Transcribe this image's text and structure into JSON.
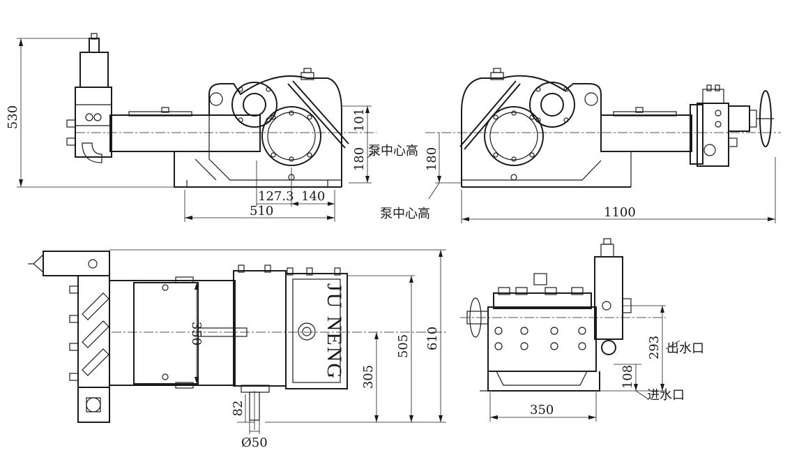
{
  "dimensions": {
    "height_530": "530",
    "h101": "101",
    "h180_left": "180",
    "h180_right": "180",
    "d127_3": "127.3",
    "d140": "140",
    "w510": "510",
    "w1100": "1100",
    "w350_top": "350",
    "h505": "505",
    "h610": "610",
    "h305": "305",
    "d82": "82",
    "d050": "Ø50",
    "w350_bottom": "350",
    "h293": "293",
    "h108": "108"
  },
  "labels": {
    "pump_center_height_1": "泵中心高",
    "pump_center_height_2": "泵中心高",
    "outlet": "出水口",
    "inlet": "进水口",
    "brand": "JU NENG"
  }
}
